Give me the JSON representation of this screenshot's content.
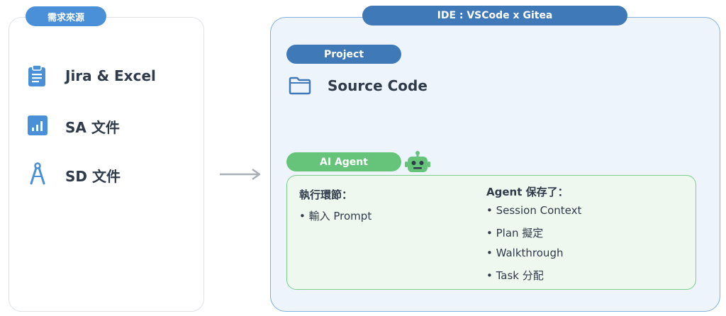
{
  "left": {
    "title": "需求來源",
    "items": [
      {
        "label": "Jira & Excel",
        "icon": "clipboard-icon"
      },
      {
        "label": "SA 文件",
        "icon": "bar-chart-icon"
      },
      {
        "label": "SD 文件",
        "icon": "compass-icon"
      }
    ]
  },
  "right": {
    "title": "IDE : VSCode x Gitea",
    "project": {
      "label": "Project",
      "source": "Source Code"
    },
    "agent": {
      "label": "AI Agent",
      "exec_title": "執行環節：",
      "exec_items": [
        "• 輸入 Prompt"
      ],
      "keep_title": "Agent 保存了：",
      "keep_items": [
        "• Session Context",
        "• Plan 擬定",
        "• Walkthrough",
        "• Task 分配"
      ]
    }
  },
  "colors": {
    "blue_pill": "#4a90d9",
    "dark_blue": "#3f79b7",
    "green": "#66c47a",
    "panel_bg": "#edf4fc",
    "text": "#2f3b4a"
  }
}
